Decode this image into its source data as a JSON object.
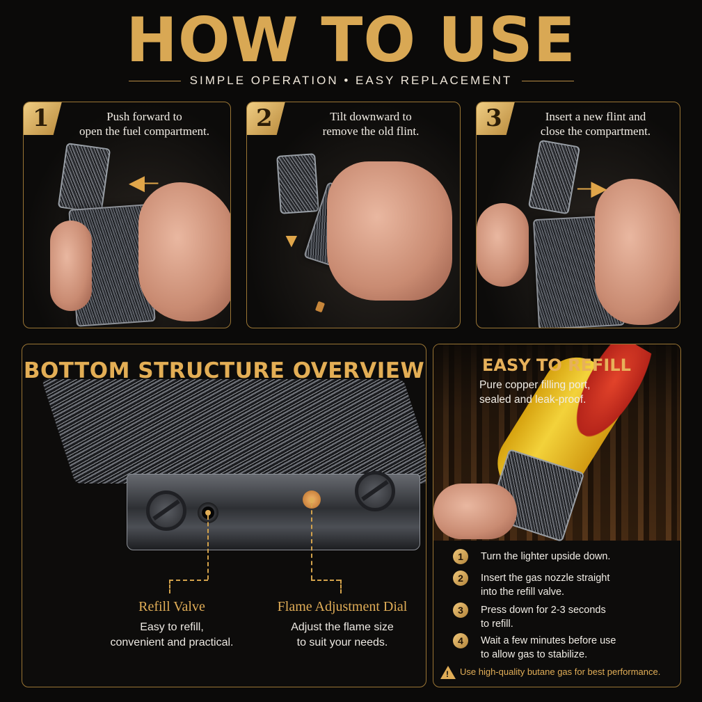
{
  "header": {
    "title": "HOW TO USE",
    "subtitle": "SIMPLE OPERATION • EASY REPLACEMENT"
  },
  "steps": [
    {
      "number": "1",
      "caption_line1": "Push forward to",
      "caption_line2": "open the fuel compartment."
    },
    {
      "number": "2",
      "caption_line1": "Tilt downward to",
      "caption_line2": "remove the old flint."
    },
    {
      "number": "3",
      "caption_line1": "Insert a new flint and",
      "caption_line2": "close the compartment."
    }
  ],
  "bottom_overview": {
    "title": "BOTTOM STRUCTURE OVERVIEW",
    "refill_valve": {
      "title": "Refill Valve",
      "desc_line1": "Easy to refill,",
      "desc_line2": "convenient and practical."
    },
    "flame_dial": {
      "title": "Flame Adjustment Dial",
      "desc_line1": "Adjust the flame size",
      "desc_line2": "to suit your needs."
    }
  },
  "refill": {
    "title": "EASY TO REFILL",
    "subtitle_line1": "Pure copper filling port,",
    "subtitle_line2": "sealed and leak-proof.",
    "steps": [
      {
        "number": "1",
        "line1": "Turn the lighter upside down.",
        "line2": ""
      },
      {
        "number": "2",
        "line1": "Insert the gas nozzle straight",
        "line2": "into the refill valve."
      },
      {
        "number": "3",
        "line1": "Press down for 2-3 seconds",
        "line2": "to refill."
      },
      {
        "number": "4",
        "line1": "Wait a few minutes before use",
        "line2": "to allow gas to stabilize."
      }
    ],
    "warning": "Use high-quality butane gas for best performance."
  },
  "colors": {
    "accent_gold": "#e0ad57",
    "background": "#0b0a09",
    "frame": "#9b7635"
  },
  "icons": [
    "arrow-left-icon",
    "arrow-down-icon",
    "arrow-right-icon",
    "warning-icon"
  ]
}
